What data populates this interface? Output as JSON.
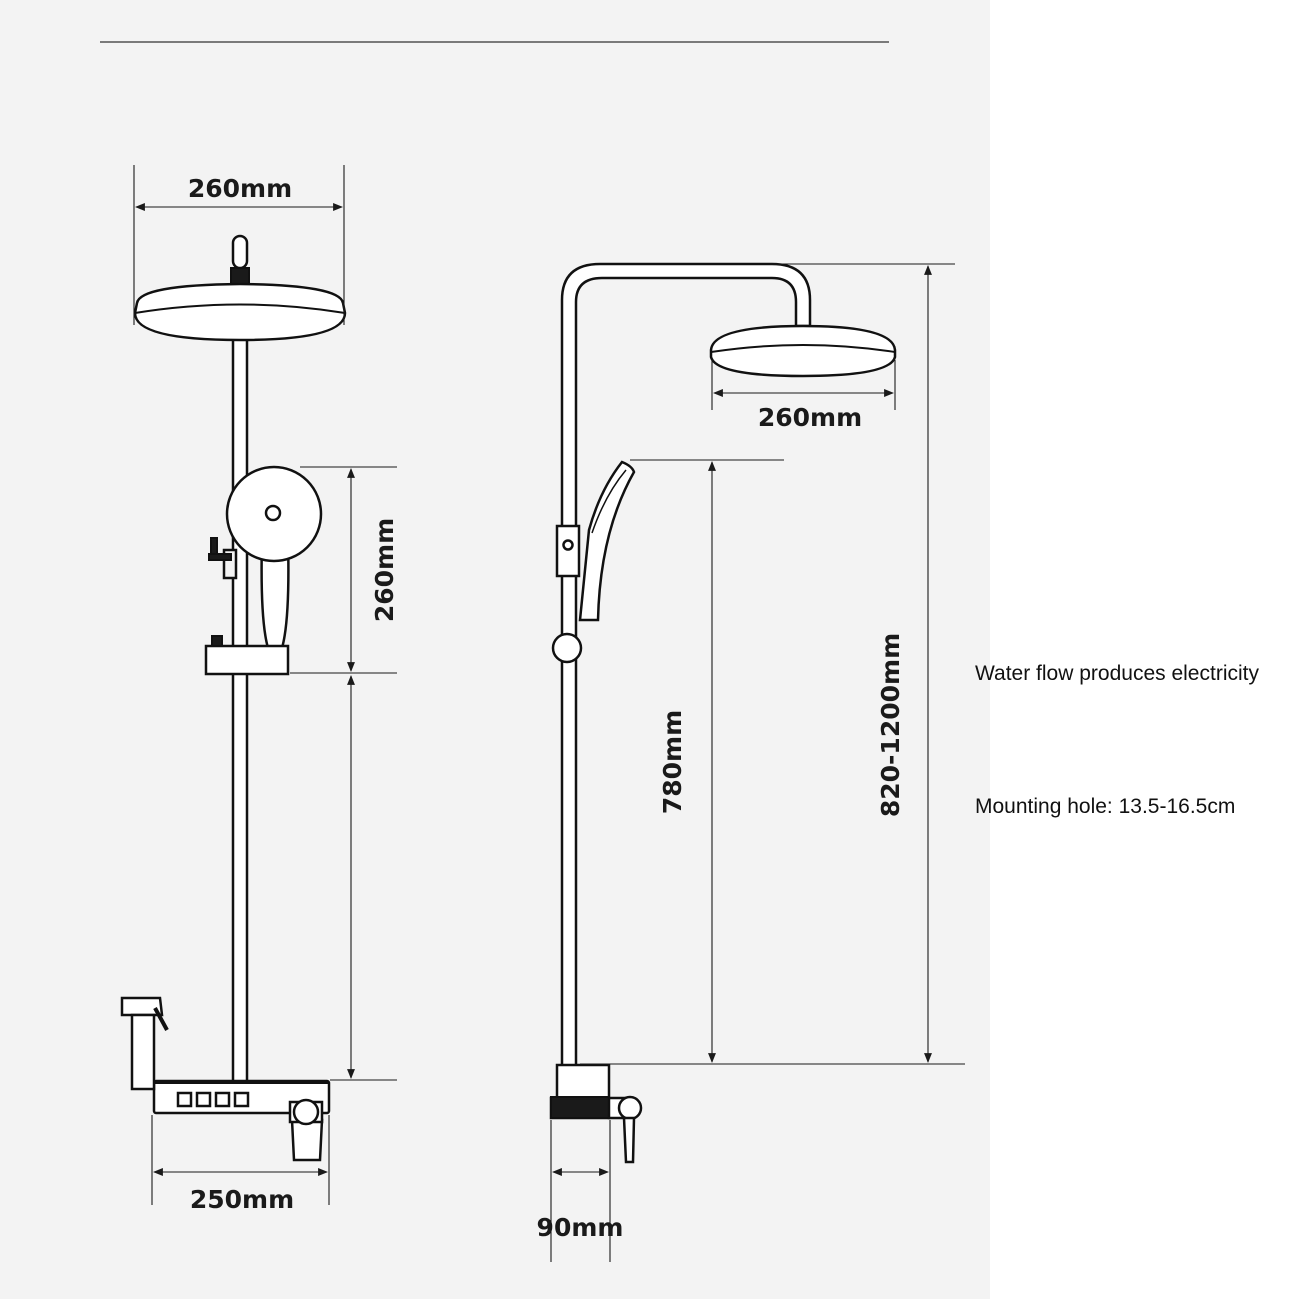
{
  "front_view": {
    "head_width": "260mm",
    "hand_shower_height": "260mm",
    "base_width": "250mm"
  },
  "side_view": {
    "head_width": "260mm",
    "slide_height": "780mm",
    "total_height": "820-1200mm",
    "base_depth": "90mm"
  },
  "notes": {
    "power": "Water flow produces electricity",
    "mounting": "Mounting hole: 13.5-16.5cm"
  },
  "colors": {
    "panel": "#f3f3f3",
    "line": "#111111"
  }
}
